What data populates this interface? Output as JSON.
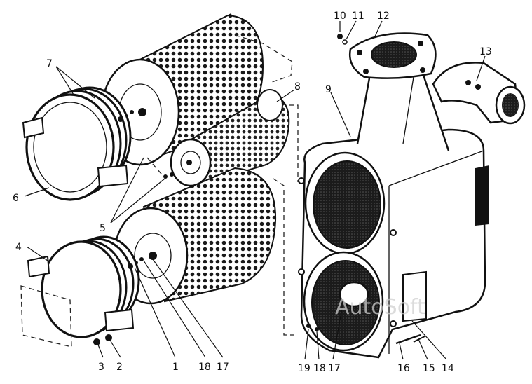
{
  "diagram": {
    "callouts": {
      "c1": "1",
      "c2": "2",
      "c3": "3",
      "c4": "4",
      "c5": "5",
      "c6": "6",
      "c7": "7",
      "c8": "8",
      "c9": "9",
      "c10": "10",
      "c11": "11",
      "c12": "12",
      "c13": "13",
      "c14": "14",
      "c15": "15",
      "c16": "16",
      "c17a": "17",
      "c17b": "17",
      "c18a": "18",
      "c18b": "18",
      "c19": "19"
    },
    "watermark": "AutoSoft"
  },
  "colors": {
    "ink": "#111111",
    "mesh": "#1a1a1a",
    "paper": "#ffffff"
  }
}
